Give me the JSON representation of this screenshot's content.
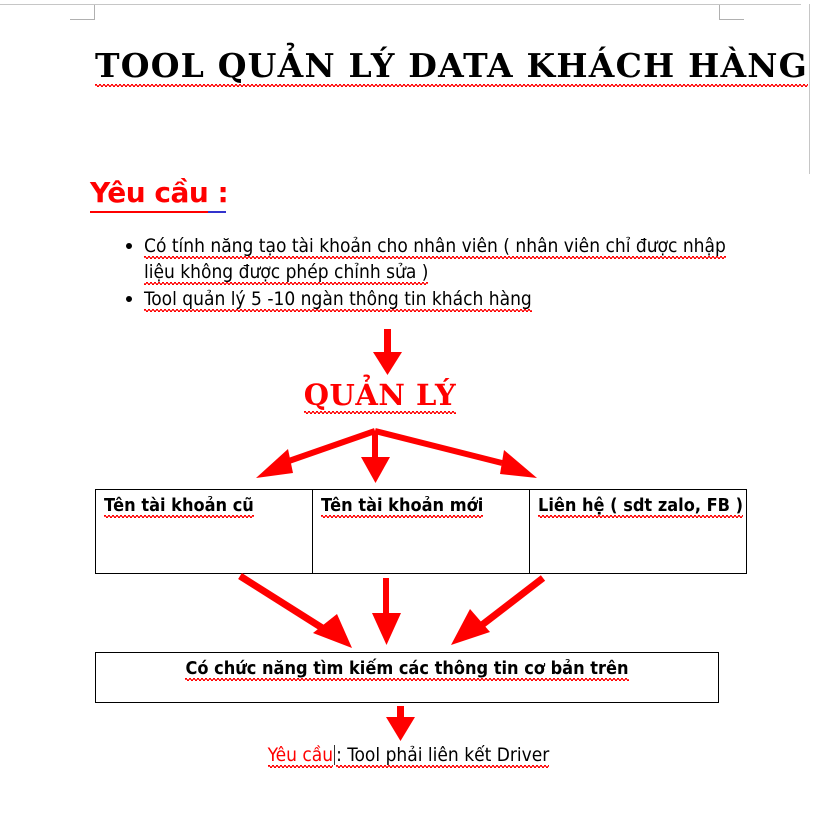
{
  "document": {
    "title": "TOOL QUẢN LÝ DATA KHÁCH HÀNG",
    "requirements_heading": "Yêu cầu :",
    "bullets": [
      "Có tính năng tạo tài khoản cho nhân viên ( nhân viên chỉ được nhập liệu không được phép chỉnh sửa )",
      "Tool quản lý 5 -10 ngàn thông tin khách hàng"
    ],
    "center_label": "QUẢN LÝ",
    "table": {
      "headers": [
        "Tên tài khoản cũ",
        "Tên tài khoản mới",
        "Liên hệ ( sdt zalo, FB )"
      ],
      "rows": [
        [
          "",
          "",
          ""
        ]
      ]
    },
    "function_box": "Có chức năng tìm kiếm các thông tin cơ bản trên",
    "final_note": {
      "red_text": "Yêu cầu",
      "black_text": ": Tool phải liên kết Driver"
    }
  },
  "colors": {
    "accent_red": "#ff0000",
    "text_black": "#000000",
    "spellcheck_red": "#ff0000",
    "grammar_blue": "#3333cc",
    "guide_gray": "#b0b0b0"
  }
}
